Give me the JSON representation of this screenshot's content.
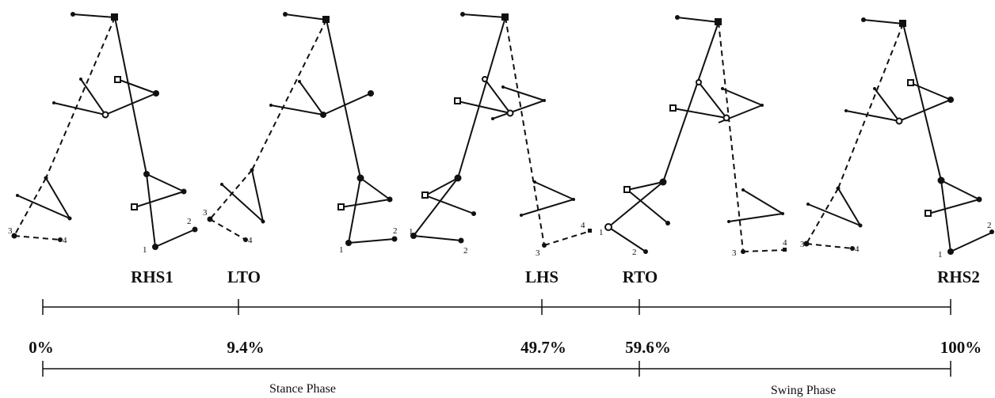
{
  "events": [
    "RHS1",
    "LTO",
    "LHS",
    "RTO",
    "RHS2"
  ],
  "percents": [
    "0%",
    "9.4%",
    "49.7%",
    "59.6%",
    "100%"
  ],
  "phases": [
    "Stance Phase",
    "Swing Phase"
  ],
  "foot_markers": [
    "1",
    "2",
    "3",
    "4"
  ],
  "colors": {
    "ink": "#111111",
    "background": "#ffffff"
  }
}
